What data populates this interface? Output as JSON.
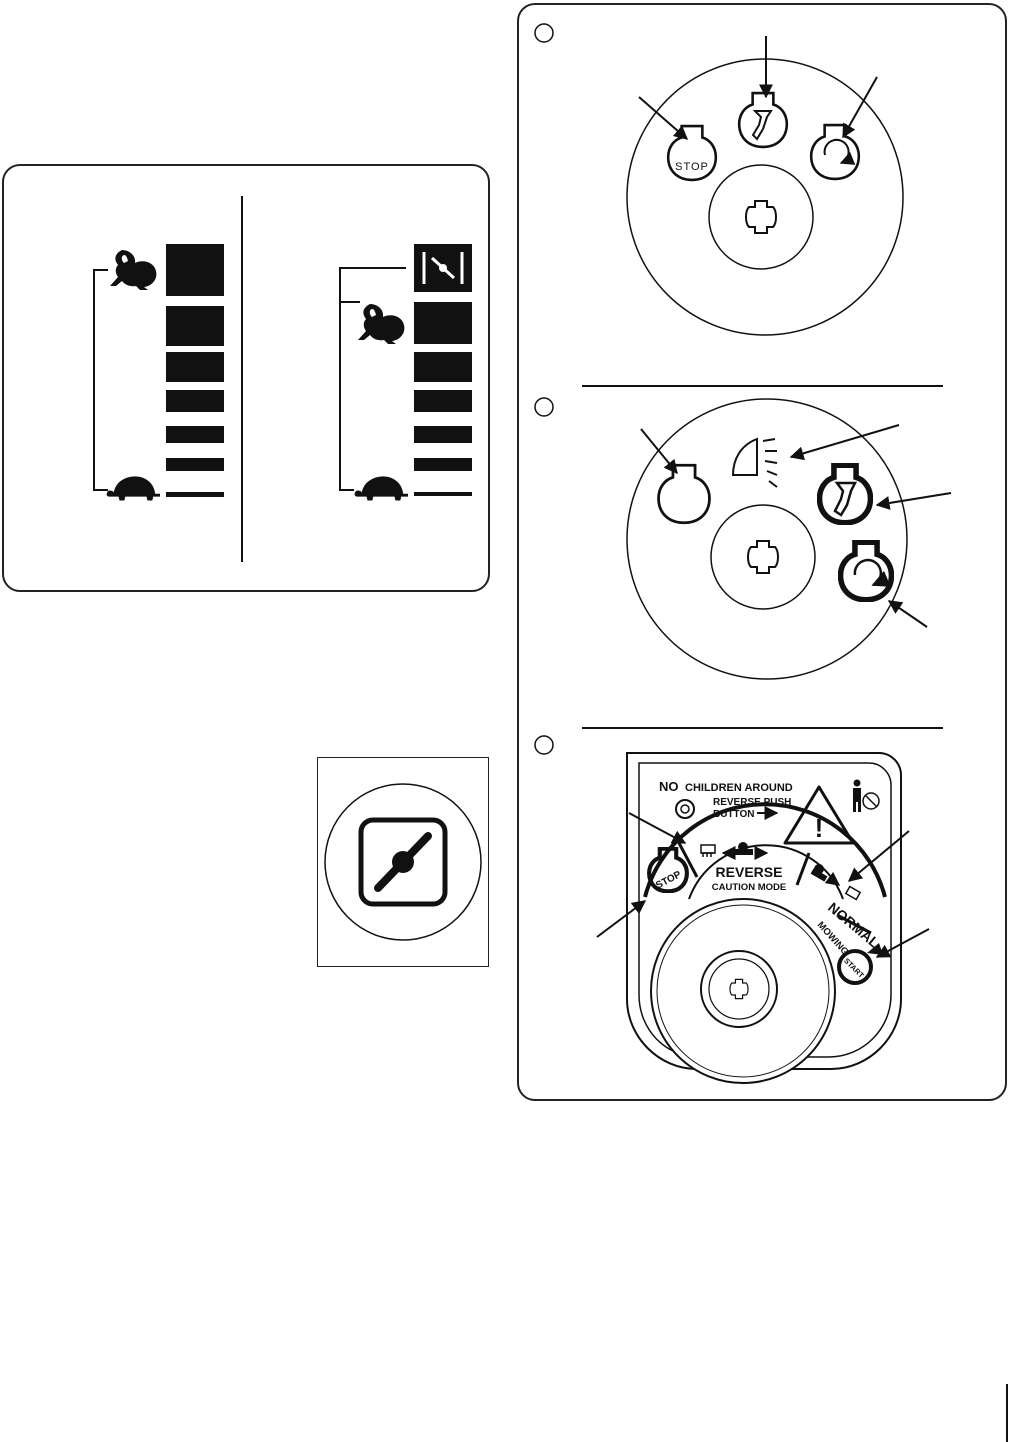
{
  "page": {
    "colors": {
      "ink": "#111111",
      "paper": "#ffffff"
    }
  },
  "throttle_figure": {
    "left_scale": {
      "icons": [
        "rabbit-icon",
        "turtle-icon"
      ],
      "bar_count": 7
    },
    "right_scale": {
      "icons": [
        "choke-icon",
        "rabbit-icon",
        "turtle-icon"
      ],
      "bar_count": 7
    }
  },
  "choke_figure": {
    "icon": "choke-icon"
  },
  "ignition_figures": {
    "a": {
      "positions": [
        "STOP",
        "run-icon",
        "start-icon"
      ]
    },
    "b": {
      "positions": [
        "off-icon",
        "lights-icon",
        "run-icon",
        "start-icon"
      ]
    },
    "c": {
      "warning_no": "NO",
      "warning_rest": "CHILDREN AROUND",
      "push_line1": "REVERSE PUSH",
      "push_line2": "BUTTON",
      "stop_label": "STOP",
      "reverse_label": "REVERSE",
      "caution_label": "CAUTION MODE",
      "normal_label": "NORMAL",
      "mowing_label": "MOWING",
      "start_label": "START"
    }
  }
}
